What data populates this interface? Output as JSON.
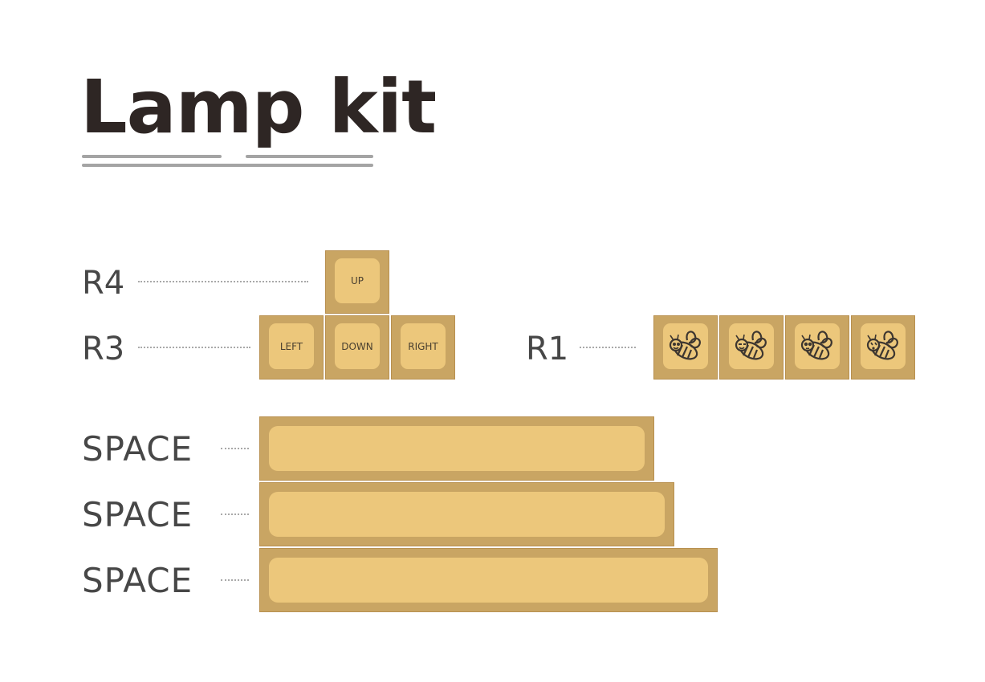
{
  "title": "Lamp kit",
  "rows": {
    "r4": {
      "label": "R4"
    },
    "r3": {
      "label": "R3"
    },
    "r1": {
      "label": "R1"
    }
  },
  "keys": {
    "up": "UP",
    "left": "LEFT",
    "down": "DOWN",
    "right": "RIGHT"
  },
  "bee_keys": [
    "bee-icon",
    "bee-icon",
    "bee-icon",
    "bee-icon"
  ],
  "spacebars": [
    {
      "label": "SPACE"
    },
    {
      "label": "SPACE"
    },
    {
      "label": "SPACE"
    }
  ],
  "colors": {
    "key_frame": "#c9a563",
    "key_cap": "#ecc77b",
    "title": "#2e2624",
    "label": "#474747"
  }
}
